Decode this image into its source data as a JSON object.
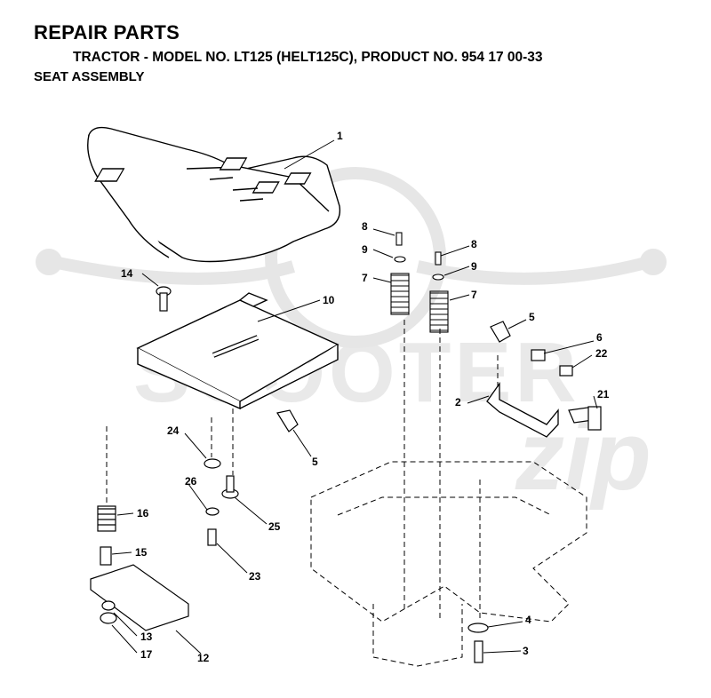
{
  "header": {
    "title": "REPAIR PARTS",
    "subtitle": "TRACTOR - MODEL NO. LT125 (HELT125C), PRODUCT NO. 954 17 00-33",
    "section": "SEAT ASSEMBLY"
  },
  "watermark": {
    "text": "SCOOTER",
    "script": "zip"
  },
  "callouts": {
    "c1": "1",
    "c2": "2",
    "c3": "3",
    "c4": "4",
    "c5a": "5",
    "c5b": "5",
    "c6": "6",
    "c7a": "7",
    "c7b": "7",
    "c8a": "8",
    "c8b": "8",
    "c9a": "9",
    "c9b": "9",
    "c10": "10",
    "c12": "12",
    "c13": "13",
    "c14": "14",
    "c15": "15",
    "c16": "16",
    "c17": "17",
    "c21": "21",
    "c22": "22",
    "c23": "23",
    "c24": "24",
    "c25": "25",
    "c26": "26"
  }
}
